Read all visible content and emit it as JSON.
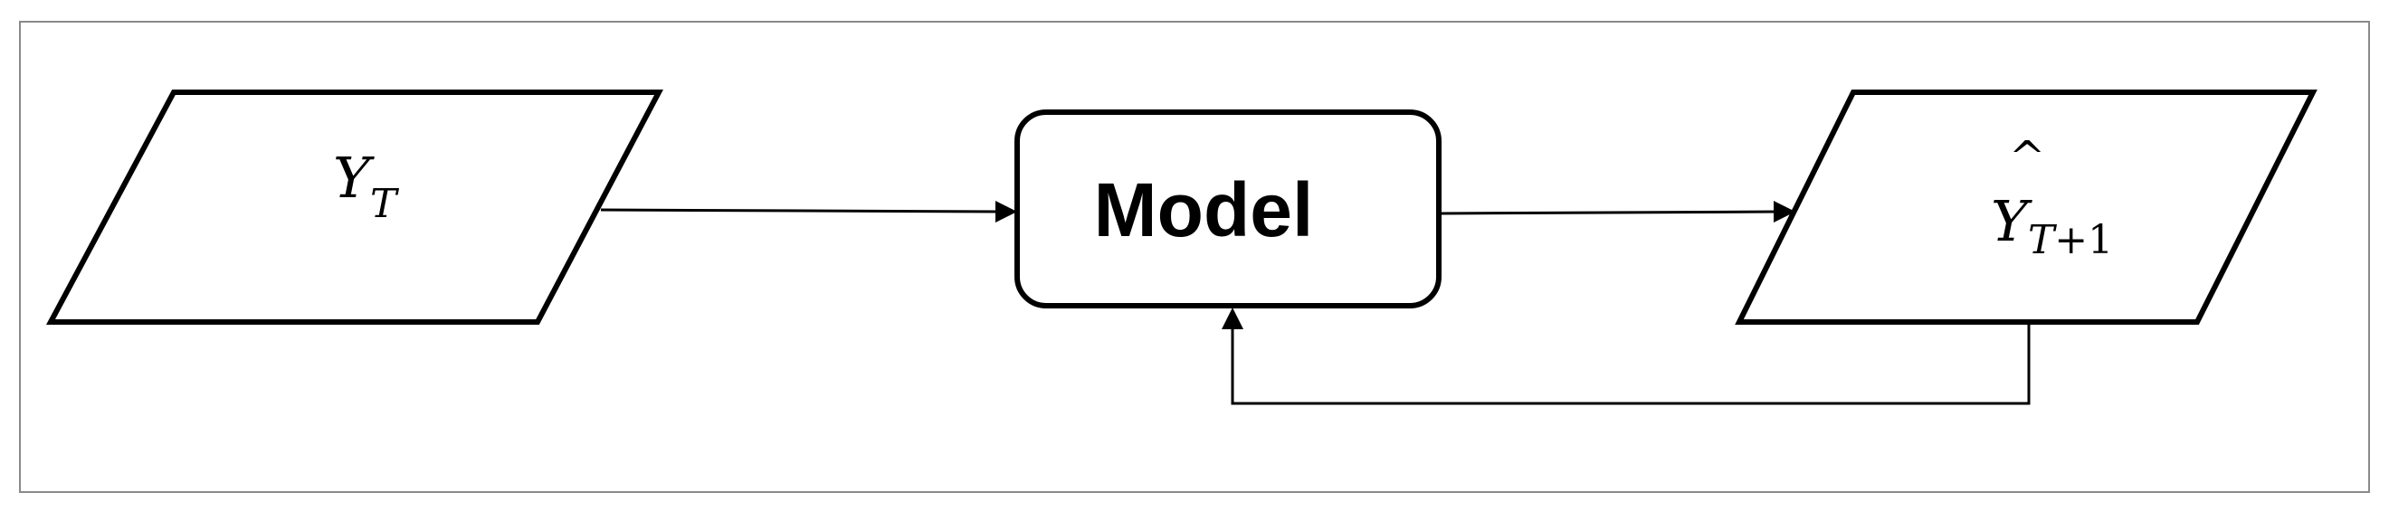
{
  "nodes": {
    "input": {
      "symbol": "Y",
      "subscript": "T"
    },
    "model": {
      "label": "Model"
    },
    "output": {
      "hat": "^",
      "symbol": "Y",
      "subscript_var": "T",
      "subscript_rest": "+1"
    }
  },
  "edges": [
    {
      "from": "input",
      "to": "model"
    },
    {
      "from": "model",
      "to": "output"
    },
    {
      "from": "output",
      "to": "model",
      "kind": "feedback"
    }
  ]
}
